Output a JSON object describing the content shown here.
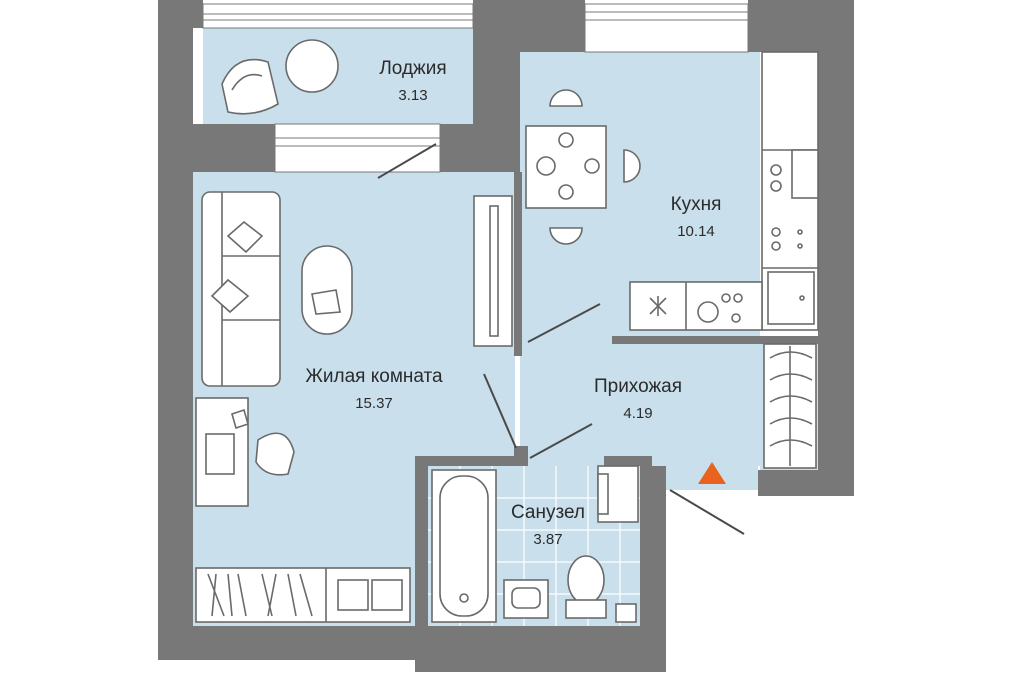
{
  "colors": {
    "wall": "#787878",
    "floor": "#c9dfec",
    "tile_line": "#ffffff",
    "furniture_stroke": "#6a6a6a",
    "entrance_marker": "#e9631f"
  },
  "rooms": {
    "loggia": {
      "name": "Лоджия",
      "area": "3.13"
    },
    "kitchen": {
      "name": "Кухня",
      "area": "10.14"
    },
    "living": {
      "name": "Жилая комната",
      "area": "15.37"
    },
    "hallway": {
      "name": "Прихожая",
      "area": "4.19"
    },
    "bathroom": {
      "name": "Санузел",
      "area": "3.87"
    }
  },
  "icons": {
    "entrance": "entrance-triangle-icon",
    "bathtub": "bathtub-icon",
    "toilet": "toilet-icon",
    "washbasin": "washbasin-icon",
    "kitchen_sink": "kitchen-sink-icon",
    "stove": "stove-icon",
    "sofa": "sofa-icon",
    "tv": "tv-icon",
    "desk": "desk-icon",
    "dining_table": "dining-table-icon",
    "wardrobe": "wardrobe-icon",
    "armchair": "armchair-icon"
  }
}
